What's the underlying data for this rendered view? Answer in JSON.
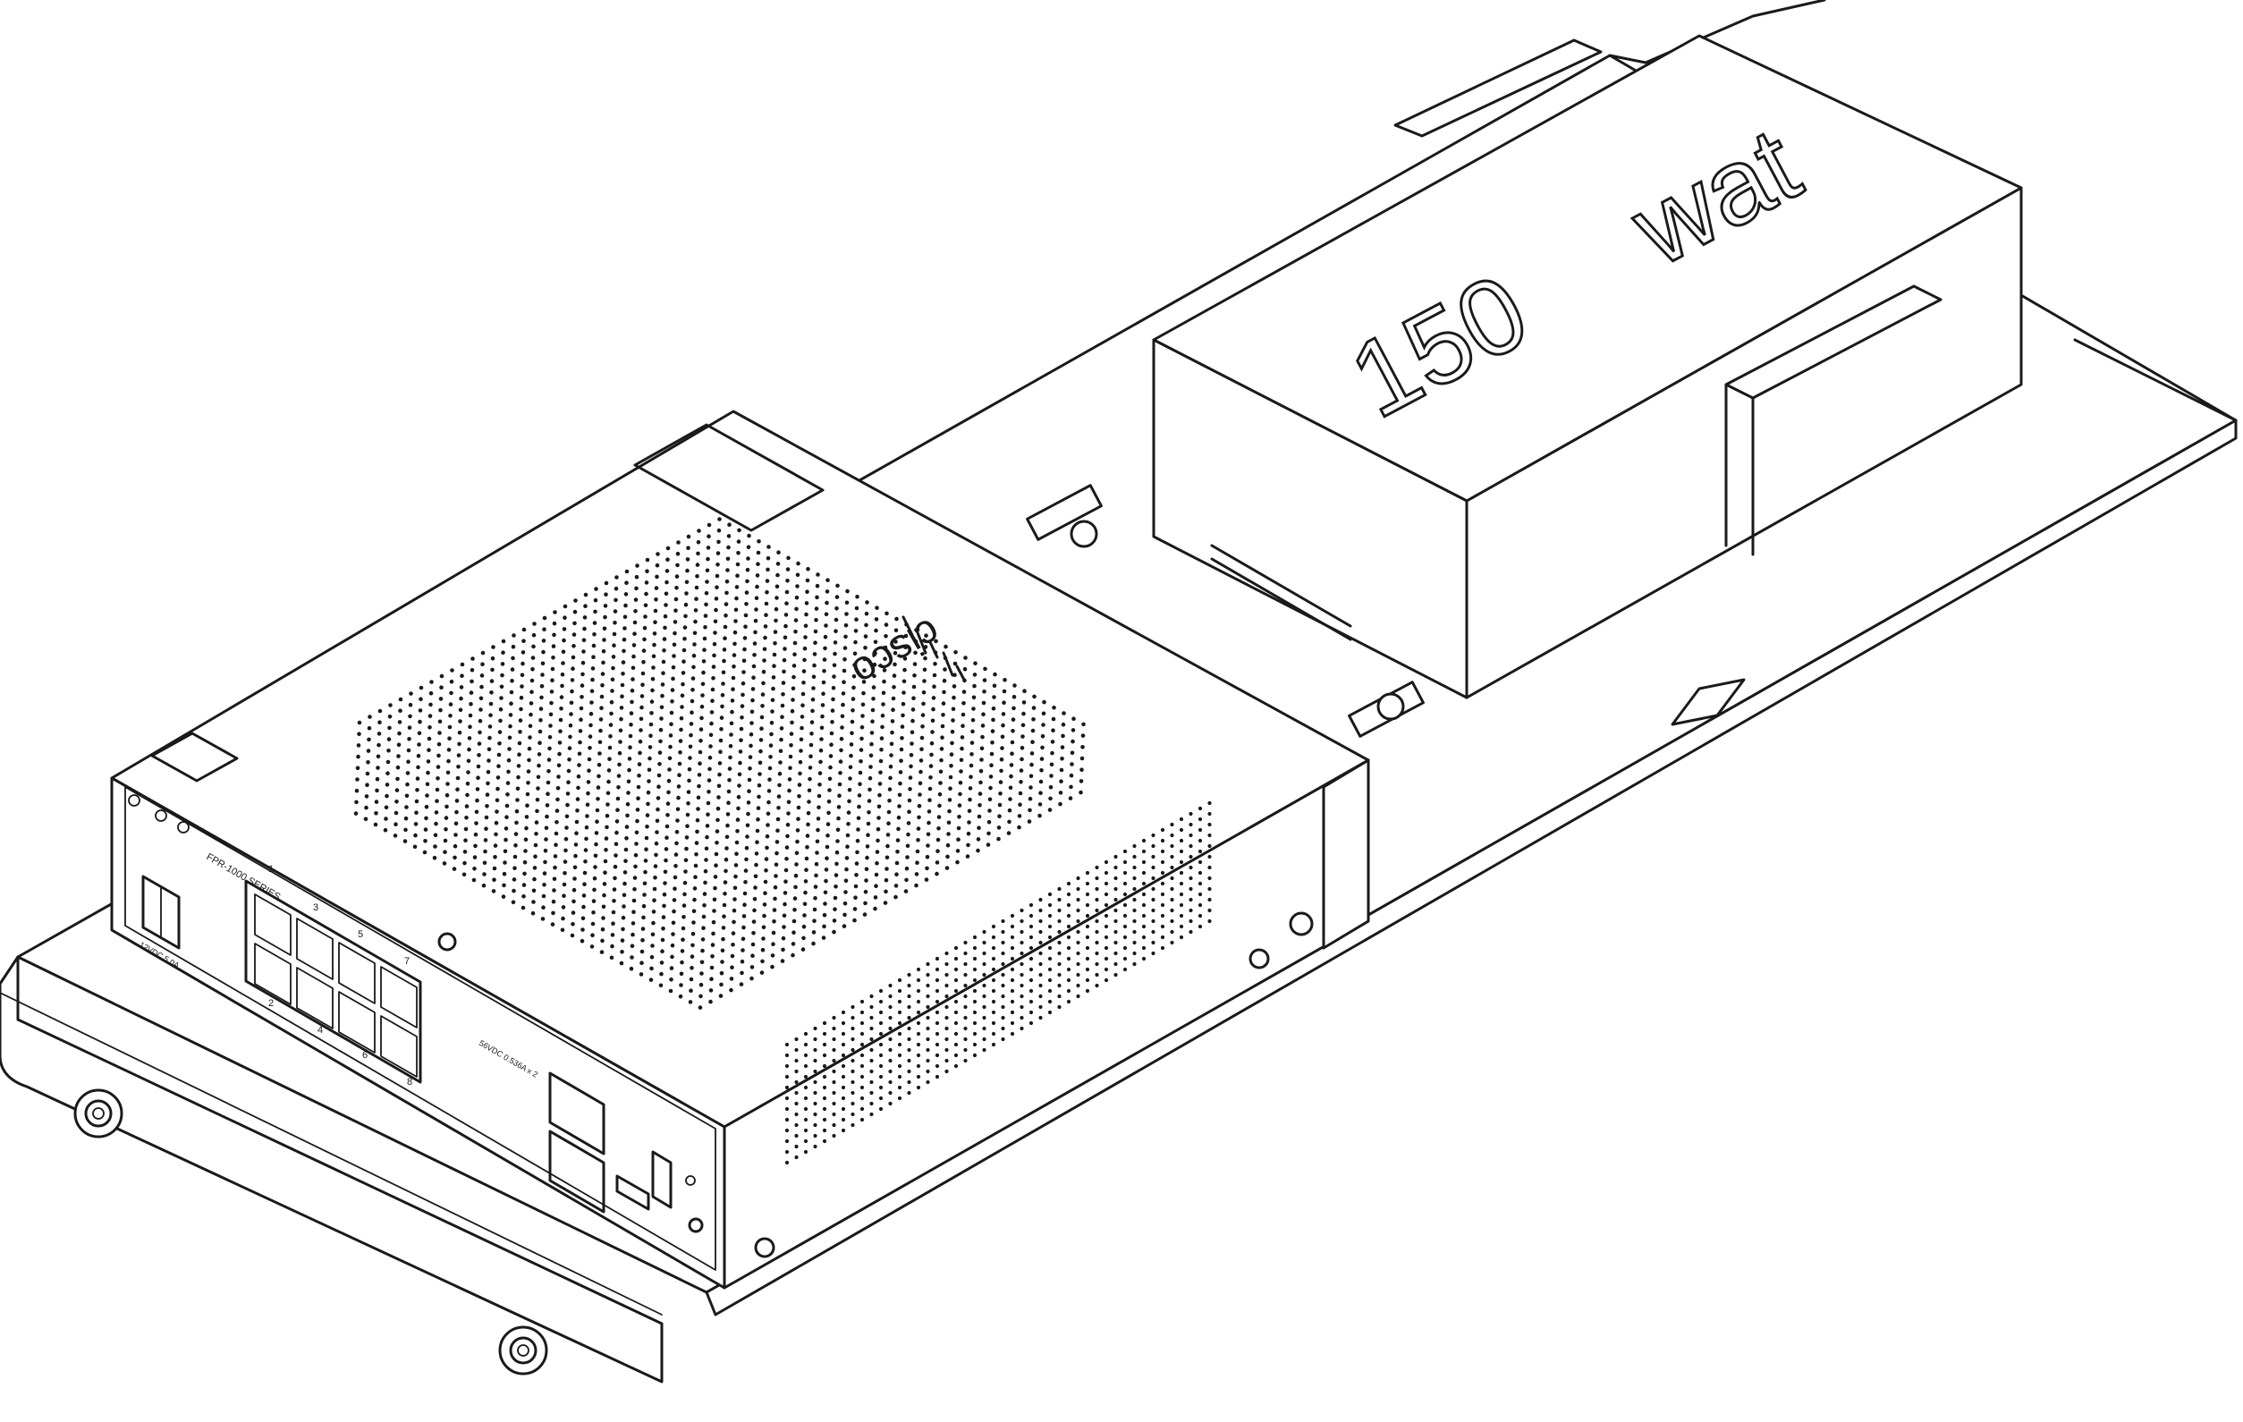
{
  "psu": {
    "text_number": "150",
    "text_unit": "wat"
  },
  "chassis": {
    "logo_text": "cisco",
    "model_label": "FPR-1000 SERIES",
    "port_numbers": [
      "1",
      "2",
      "3",
      "4",
      "5",
      "6",
      "7",
      "8"
    ],
    "power_rating": "12VDC 5.0A",
    "poe_rating": "56VDC 0.536A x 2"
  },
  "colors": {
    "line": "#1a1a1a",
    "background": "#ffffff"
  }
}
